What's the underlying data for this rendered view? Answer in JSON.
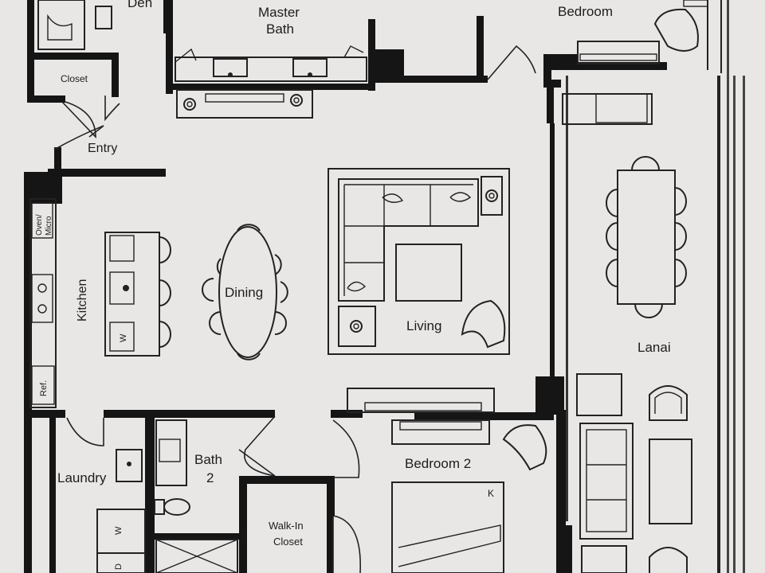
{
  "rooms": {
    "den": "Den",
    "master_bath_line1": "Master",
    "master_bath_line2": "Bath",
    "bedroom": "Bedroom",
    "closet": "Closet",
    "entry": "Entry",
    "kitchen": "Kitchen",
    "dining": "Dining",
    "living": "Living",
    "lanai": "Lanai",
    "laundry": "Laundry",
    "bath2_line1": "Bath",
    "bath2_line2": "2",
    "bedroom2": "Bedroom 2",
    "walkin_line1": "Walk-In",
    "walkin_line2": "Closet"
  },
  "appliances": {
    "oven_line1": "Oven/",
    "oven_line2": "Micro",
    "refrigerator": "Ref.",
    "dishwasher": "W",
    "washer": "W",
    "dryer": "D",
    "king_bed": "K"
  },
  "colors": {
    "paper": "#e9e7e6",
    "wall": "#151515",
    "ink": "#222222"
  }
}
